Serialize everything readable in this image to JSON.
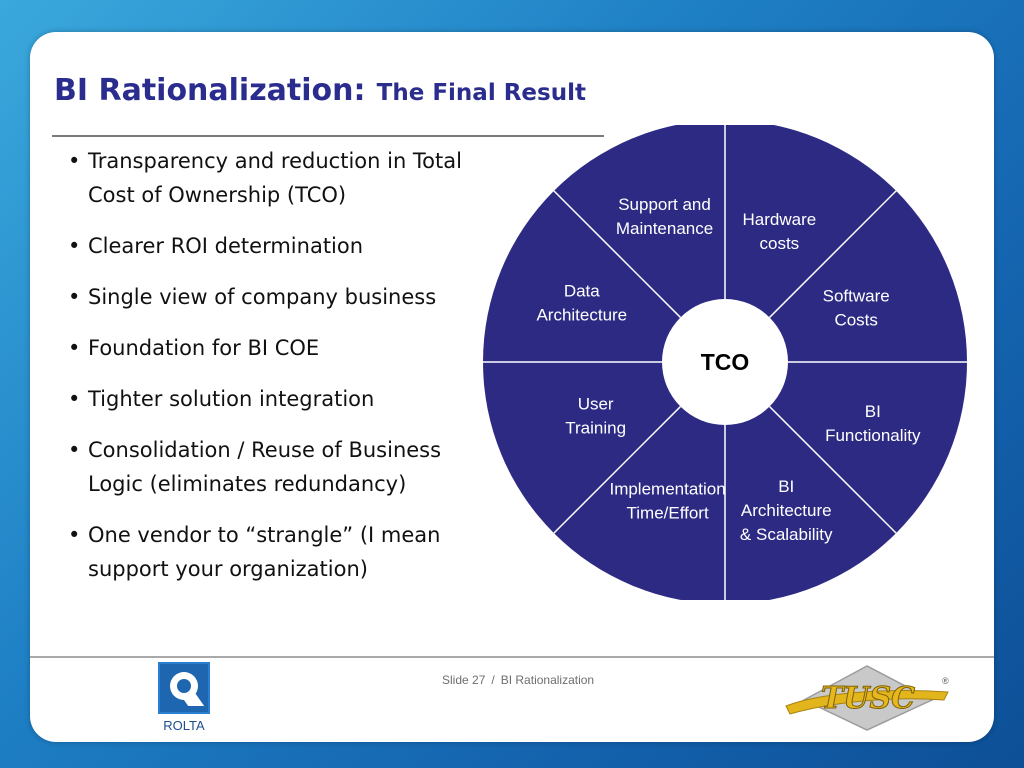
{
  "slide": {
    "title_main": "BI Rationalization:",
    "title_sub": "The Final Result",
    "bullets": [
      "Transparency and reduction in Total Cost of Ownership (TCO)",
      "Clearer ROI determination",
      "Single view of company business",
      "Foundation for BI COE",
      "Tighter solution integration",
      "Consolidation / Reuse of Business Logic (eliminates redundancy)",
      "One vendor to “strangle” (I mean support your organization)"
    ]
  },
  "wheel": {
    "center_label": "TCO",
    "segments": [
      [
        "Hardware",
        "costs"
      ],
      [
        "Software",
        "Costs"
      ],
      [
        "BI",
        "Functionality"
      ],
      [
        "BI",
        "Architecture",
        "& Scalability"
      ],
      [
        "Implementation",
        "Time/Effort"
      ],
      [
        "User",
        "Training"
      ],
      [
        "Data",
        "Architecture"
      ],
      [
        "Support and",
        "Maintenance"
      ]
    ],
    "fill_color": "#2d2a84",
    "line_color": "#ffffff",
    "text_color": "#ffffff"
  },
  "footer": {
    "slide_label": "Slide 27",
    "separator": "/",
    "presentation": "BI Rationalization",
    "left_logo": "ROLTA",
    "right_logo": "TUSC",
    "right_logo_mark": "®"
  }
}
